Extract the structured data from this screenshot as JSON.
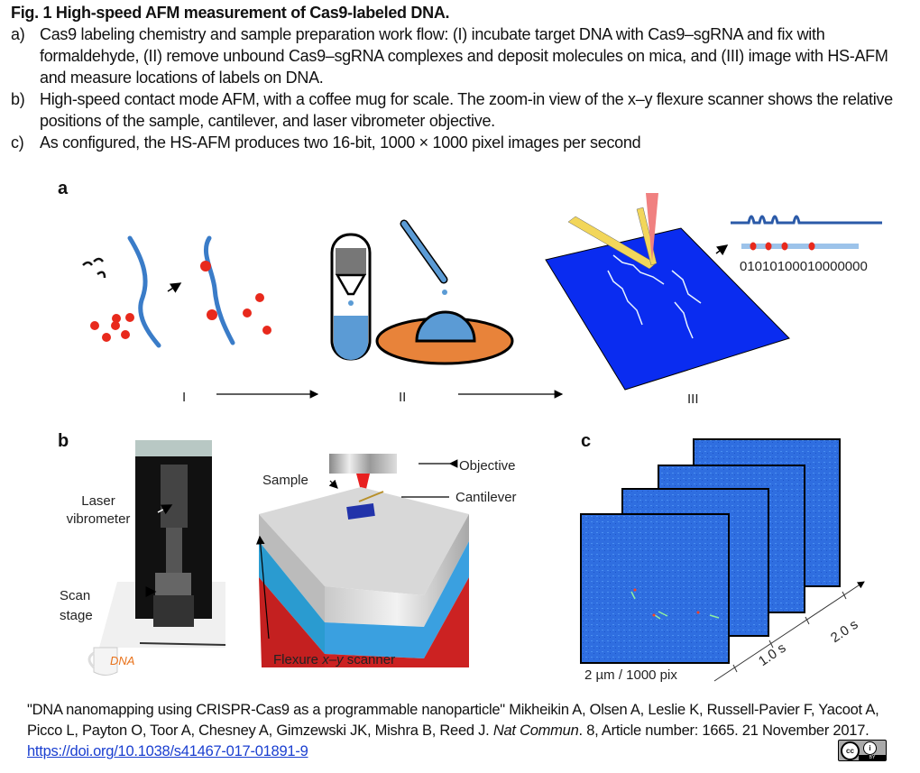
{
  "caption": {
    "title": "Fig. 1 High-speed AFM measurement of Cas9-labeled DNA.",
    "items": [
      {
        "label": "a)",
        "text": "Cas9 labeling chemistry and sample preparation work flow: (I) incubate target DNA with Cas9–sgRNA and fix with formaldehyde, (II) remove unbound Cas9–sgRNA complexes and deposit molecules on mica, and (III) image with HS-AFM and measure locations of labels on DNA."
      },
      {
        "label": "b)",
        "text": "High-speed contact mode AFM, with a coffee mug for scale. The zoom-in view of the x–y flexure scanner shows the relative positions of the sample, cantilever, and laser vibrometer objective."
      },
      {
        "label": "c)",
        "text": "As configured, the HS-AFM produces two 16-bit, 1000 × 1000 pixel images per second"
      }
    ]
  },
  "panel_a": {
    "letter": "a",
    "steps": [
      "I",
      "II",
      "III"
    ],
    "barcode": "01010100010000000"
  },
  "panel_b": {
    "letter": "b",
    "labels": {
      "laser": "Laser vibrometer",
      "scan": "Scan stage",
      "mug": "DNA",
      "sample": "Sample",
      "objective": "Objective",
      "cantilever": "Cantilever",
      "flexure_prefix": "Flexure ",
      "flexure_xy": "x–y",
      "flexure_suffix": " scanner"
    }
  },
  "panel_c": {
    "letter": "c",
    "scale": "2 µm / 1000 pix",
    "time_ticks": [
      "1.0 s",
      "2.0 s"
    ]
  },
  "reference": {
    "text1": "\"DNA nanomapping using CRISPR-Cas9 as a programmable nanoparticle\" Mikheikin A, Olsen A, Leslie K, Russell-Pavier F, Yacoot A, Picco L, Payton O, Toor A, Chesney A, Gimzewski JK, Mishra B, Reed J. ",
    "journal": "Nat Commun",
    "text2": ". 8, Article number: 1665. 21 November 2017. ",
    "doi": "https://doi.org/10.1038/s41467-017-01891-9",
    "license": {
      "cc": "cc",
      "by": "BY"
    }
  },
  "colors": {
    "dna_blue": "#3a7cc8",
    "label_red": "#e8291c",
    "mica_blue": "#0a2cf0",
    "afm_blue": "#2f6ee0",
    "orange": "#e8833a"
  }
}
